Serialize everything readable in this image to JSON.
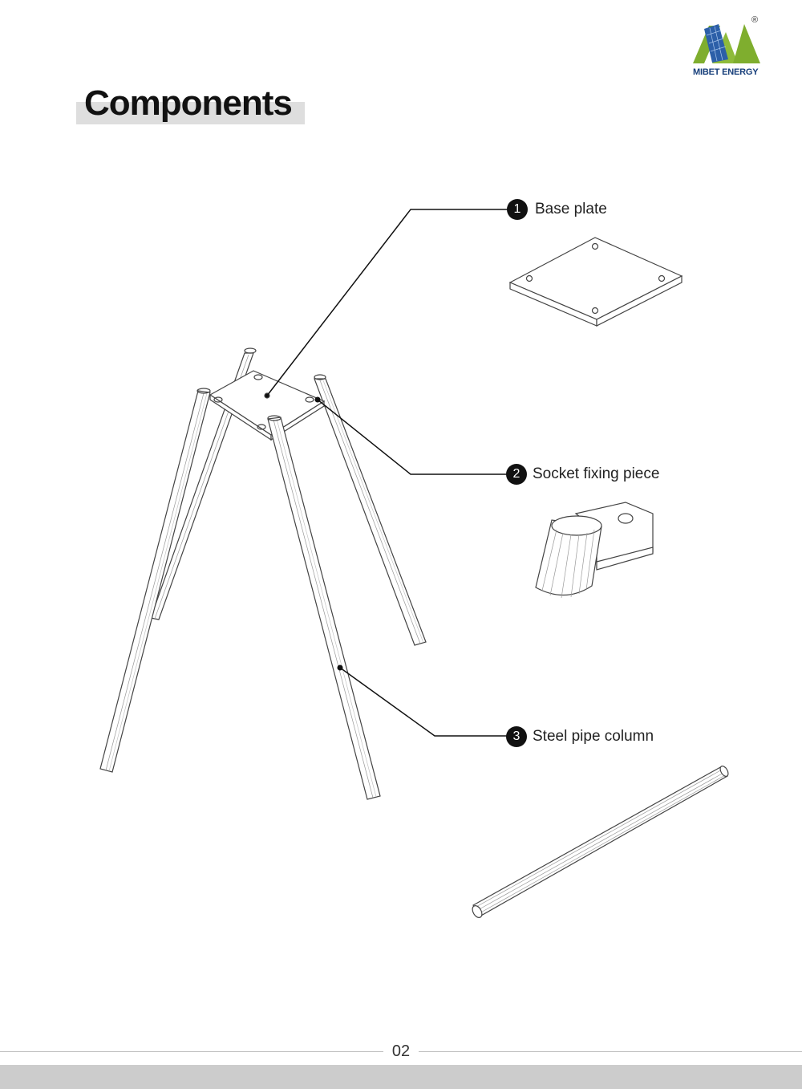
{
  "brand": {
    "name": "MIBET ENERGY",
    "registered": "®"
  },
  "page_title": "Components",
  "callouts": [
    {
      "number": "1",
      "label": "Base plate"
    },
    {
      "number": "2",
      "label": "Socket fixing piece"
    },
    {
      "number": "3",
      "label": "Steel pipe column"
    }
  ],
  "page_number": "02"
}
